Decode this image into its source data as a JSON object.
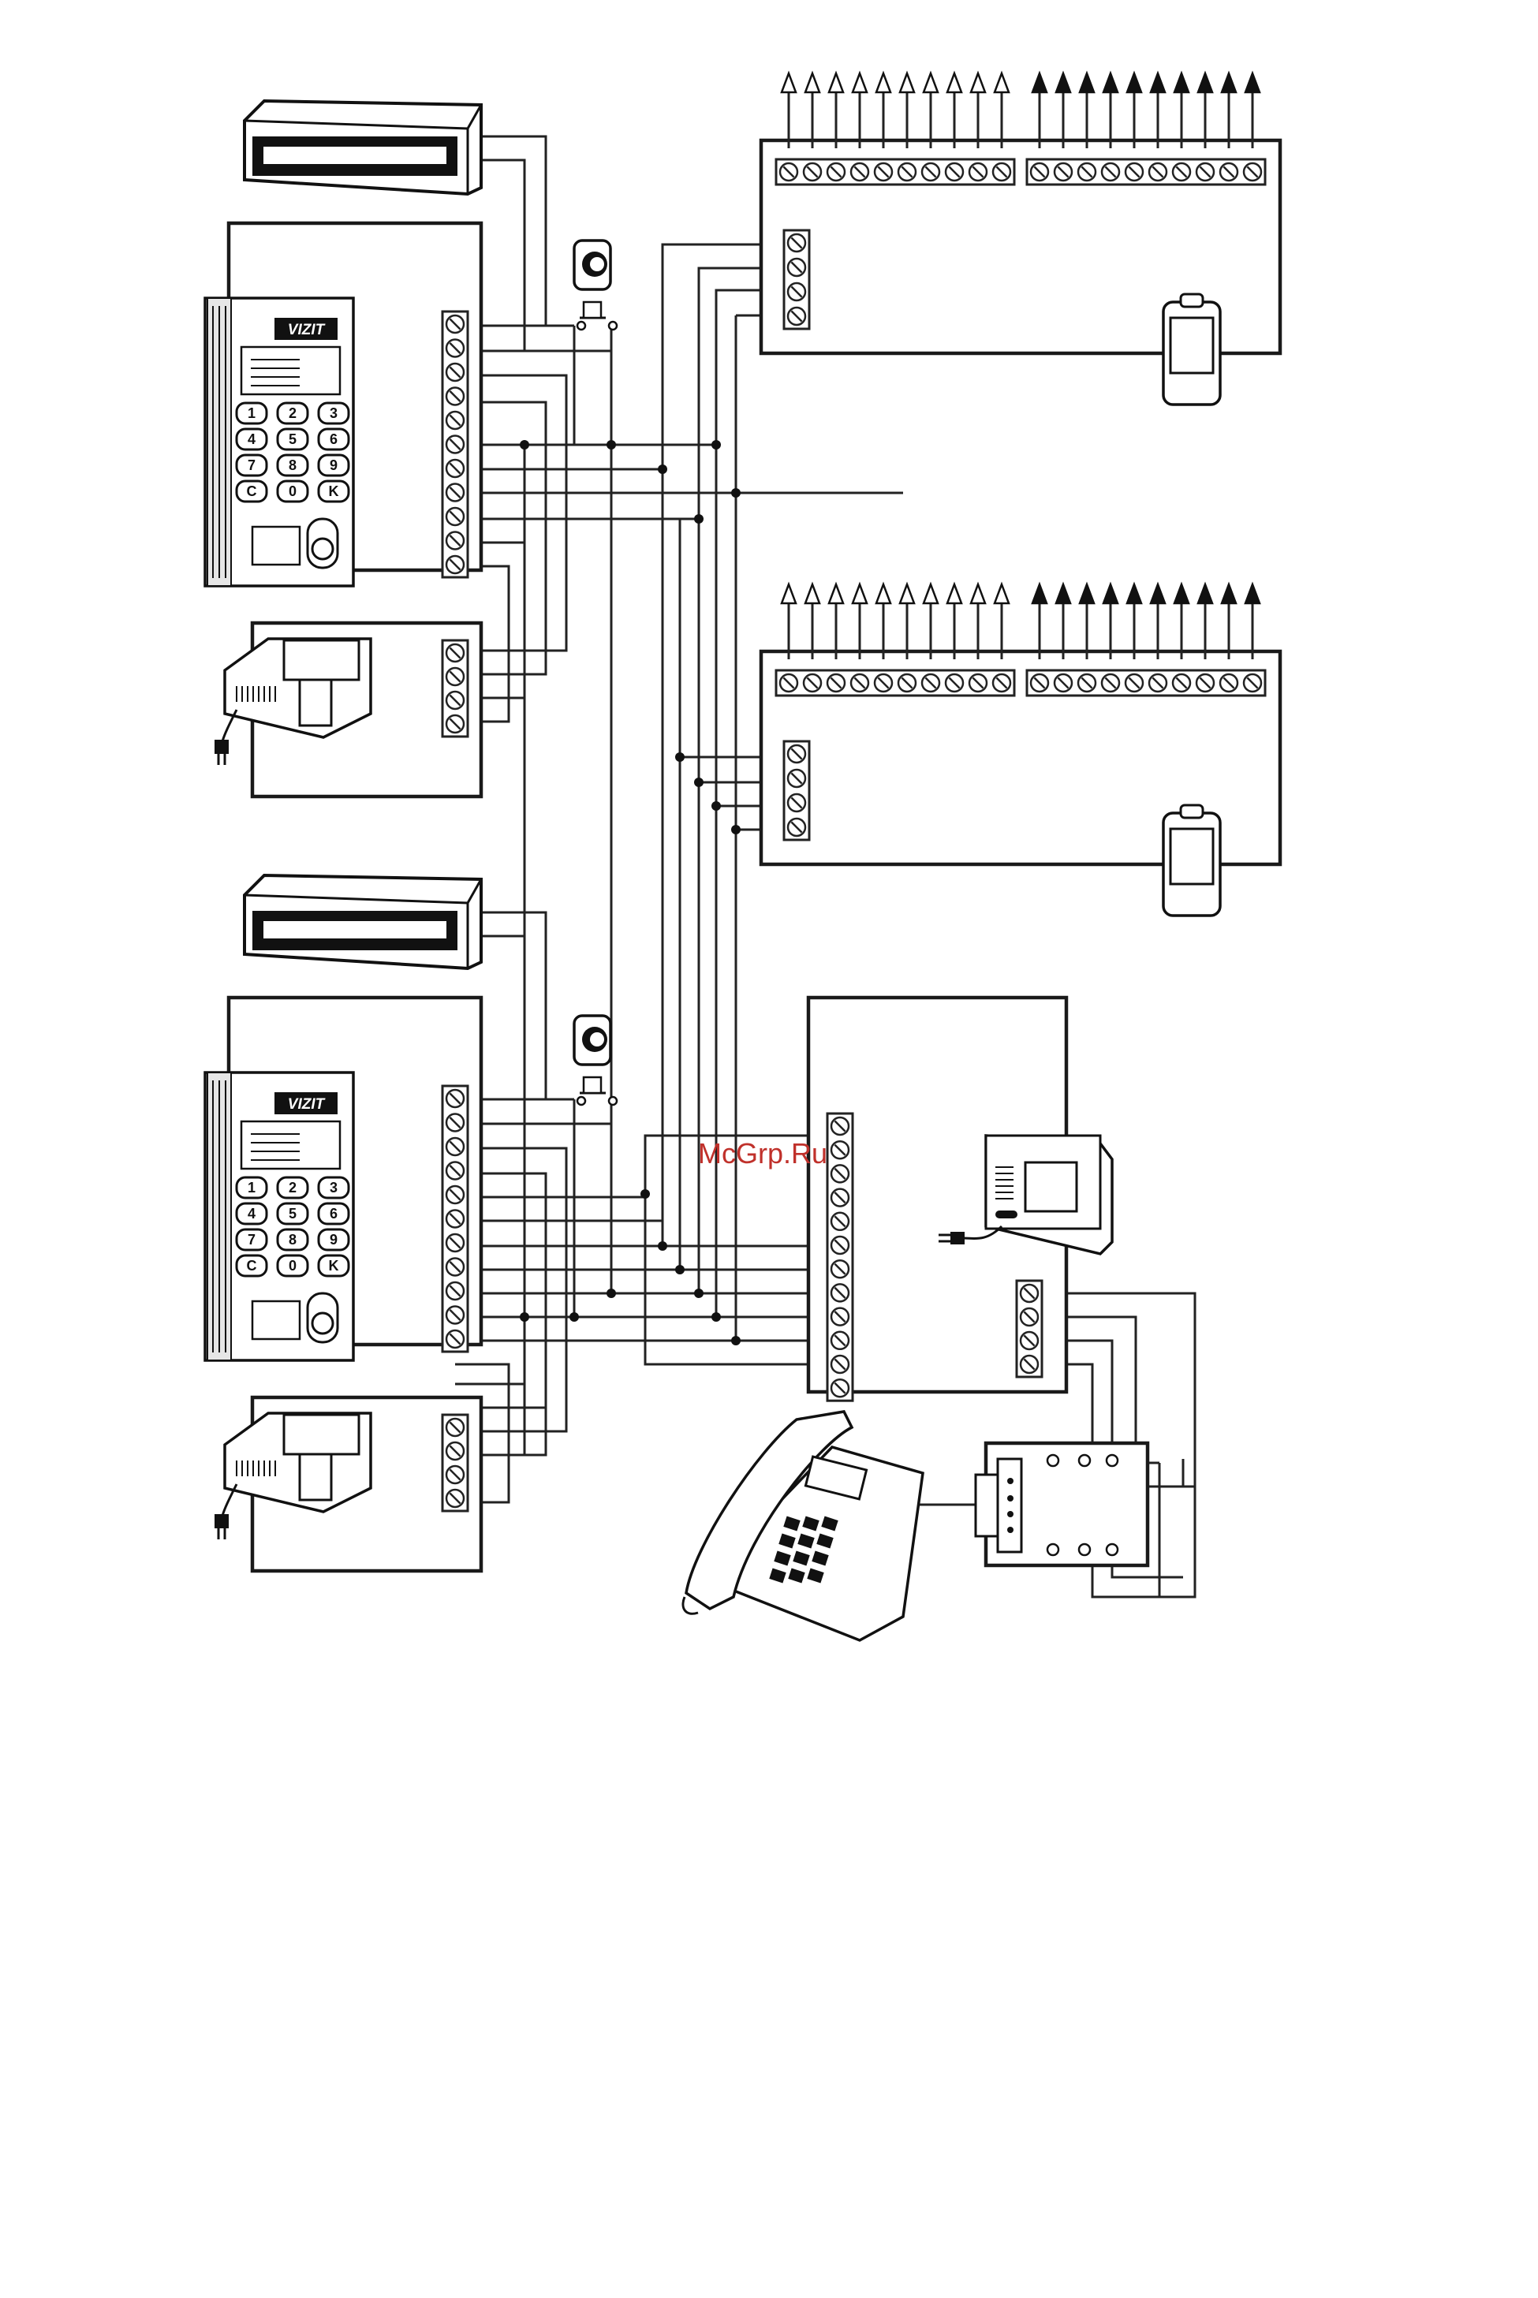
{
  "watermark": "McGrp.Ru",
  "panel_brand": "VIZIT",
  "keypad_keys": [
    "1",
    "2",
    "3",
    "4",
    "5",
    "6",
    "7",
    "8",
    "9",
    "C",
    "0",
    "K"
  ],
  "colors": {
    "line": "#222222",
    "watermark": "#c0312b",
    "background": "#ffffff"
  },
  "icons": [
    "maglock-icon",
    "door-panel-icon",
    "push-button-icon",
    "power-supply-icon",
    "mains-plug-icon",
    "rfid-key-fob-icon",
    "monitor-unit-icon",
    "telephone-icon",
    "telephone-socket-icon",
    "arrow-up-outline-icon",
    "arrow-up-filled-icon"
  ]
}
